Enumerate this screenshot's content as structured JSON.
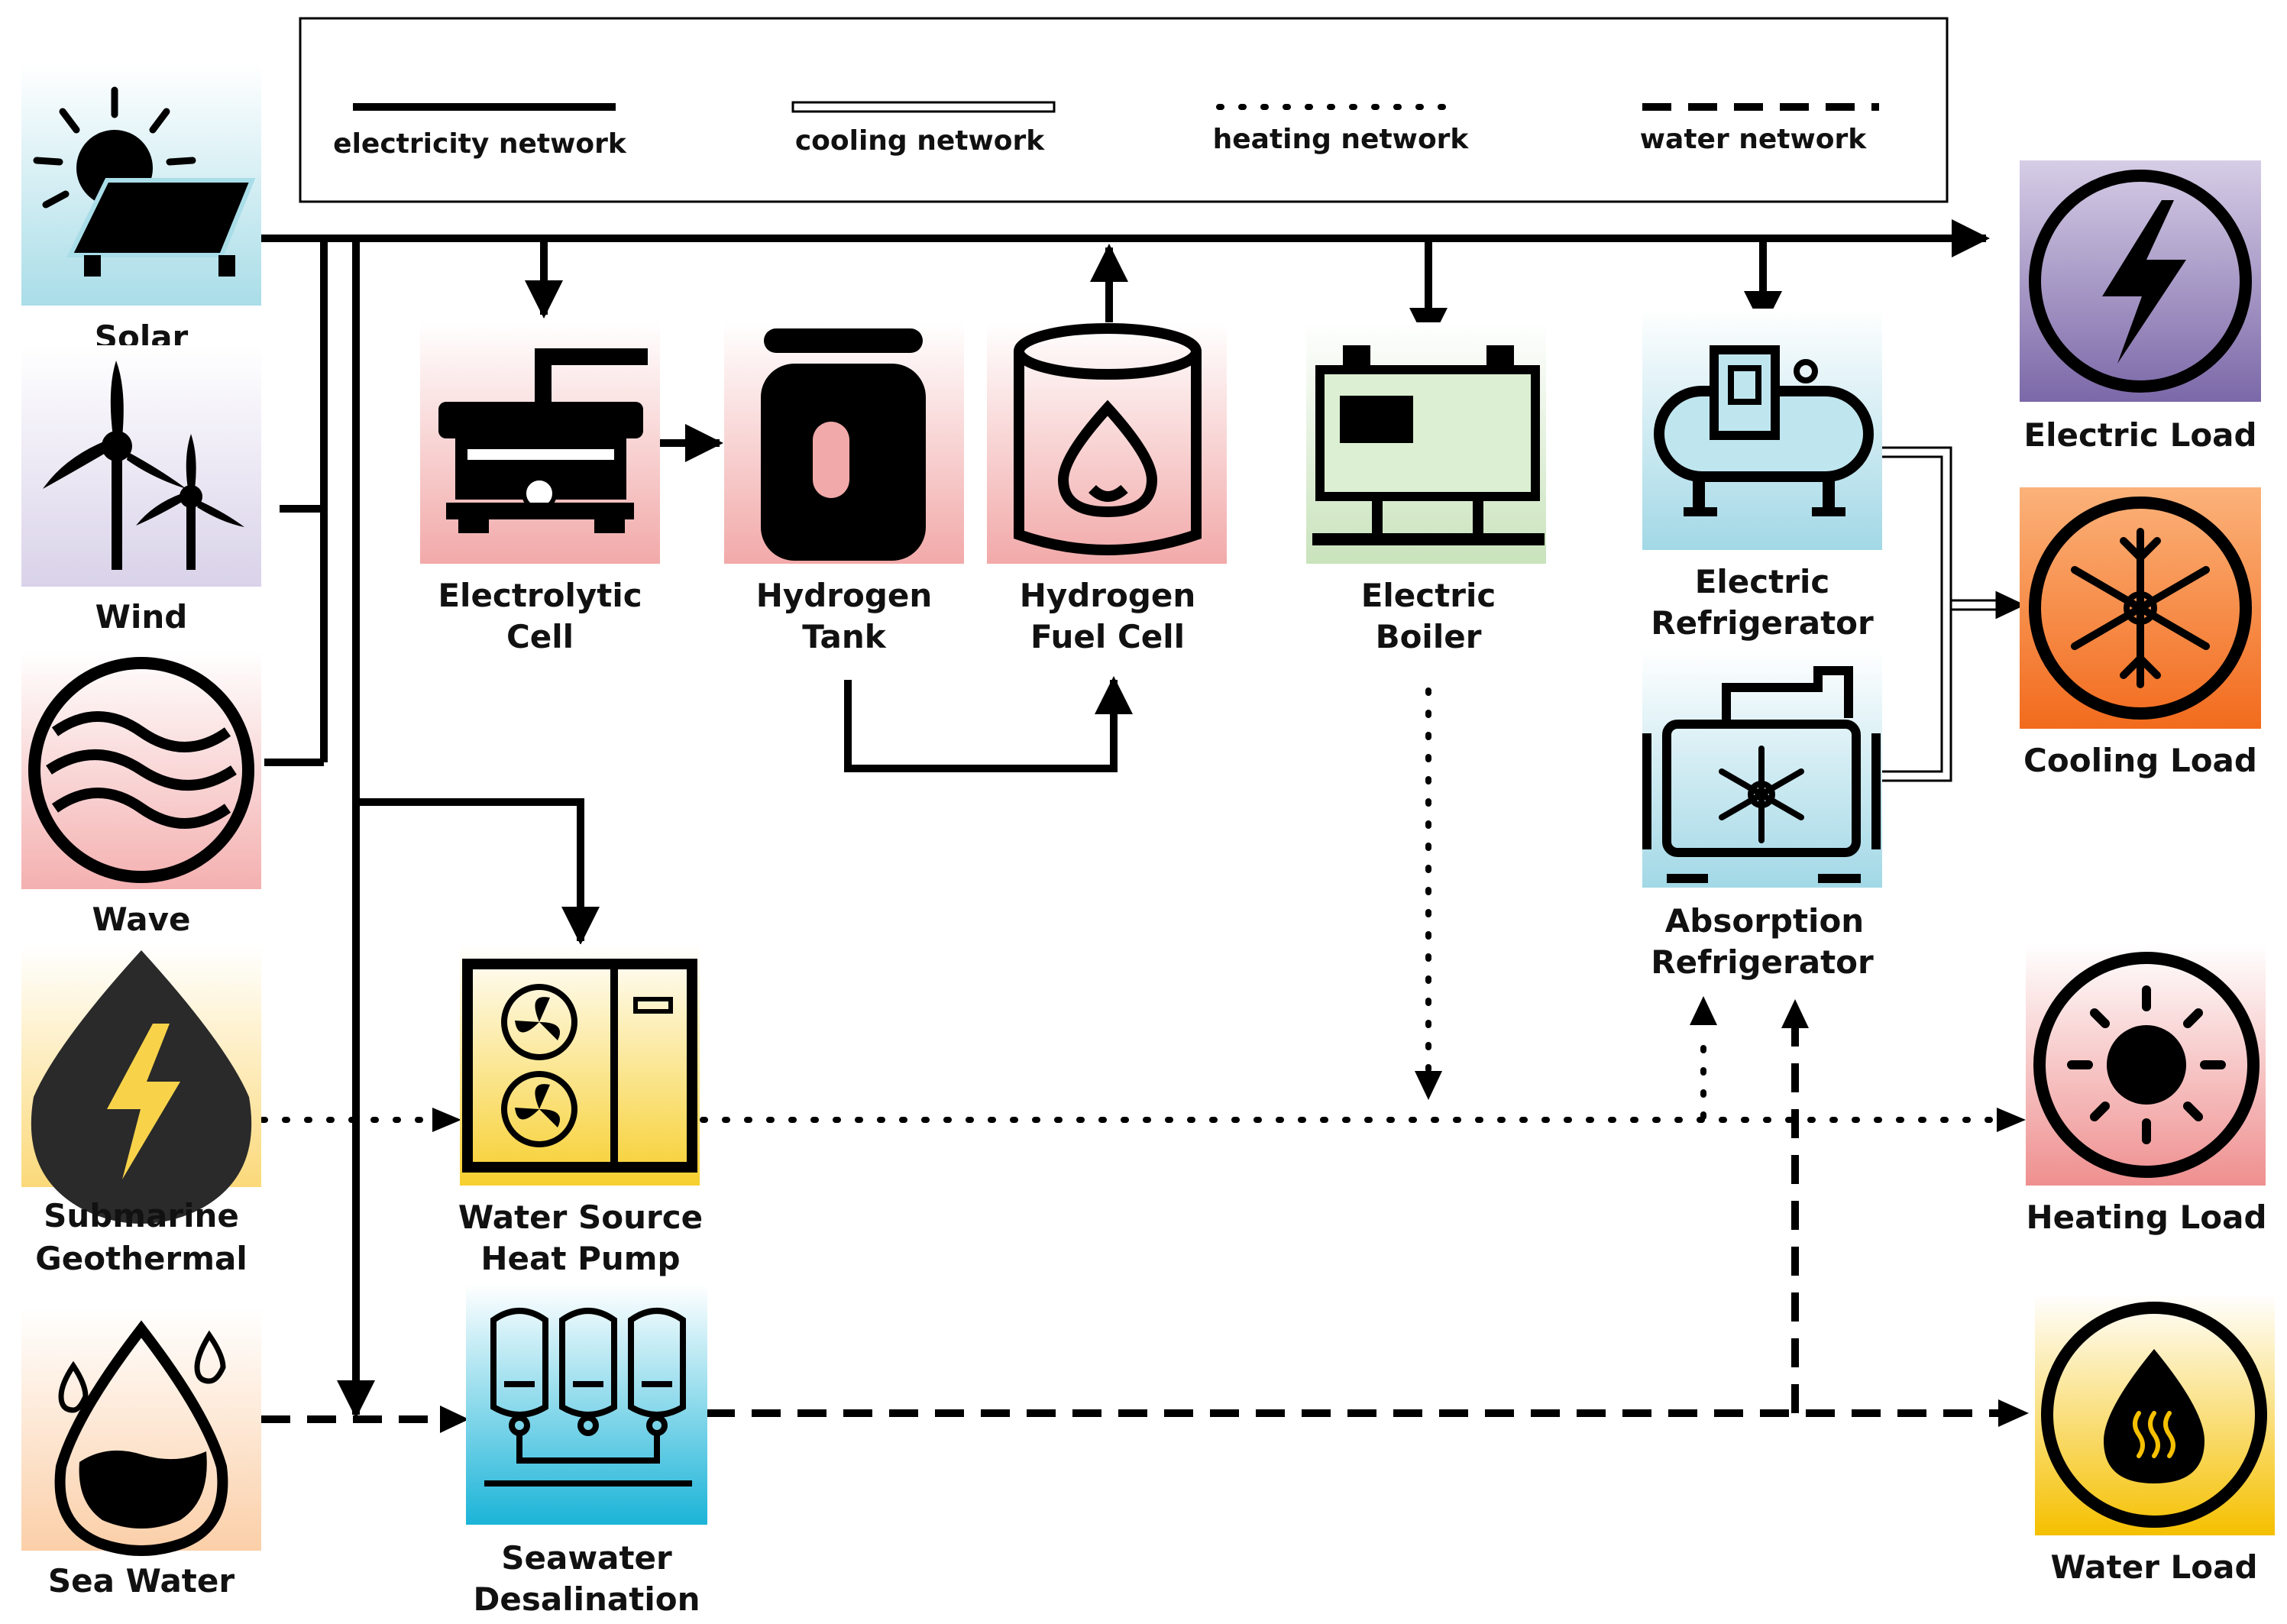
{
  "legend": {
    "electricity": "electricity network",
    "cooling": "cooling network",
    "heating": "heating network",
    "water": "water network"
  },
  "sources": {
    "solar": "Solar",
    "wind": "Wind",
    "wave": "Wave",
    "geo_1": "Submarine",
    "geo_2": "Geothermal",
    "sea": "Sea Water"
  },
  "devices": {
    "electrolytic_1": "Electrolytic",
    "electrolytic_2": "Cell",
    "tank_1": "Hydrogen",
    "tank_2": "Tank",
    "fuelcell_1": "Hydrogen",
    "fuelcell_2": "Fuel Cell",
    "boiler_1": "Electric",
    "boiler_2": "Boiler",
    "erefrig_1": "Electric",
    "erefrig_2": "Refrigerator",
    "arefrig_1": "Absorption",
    "arefrig_2": "Refrigerator",
    "heatpump_1": "Water Source",
    "heatpump_2": "Heat Pump",
    "desal_1": "Seawater",
    "desal_2": "Desalination"
  },
  "loads": {
    "electric": "Electric Load",
    "cooling": "Cooling Load",
    "heating": "Heating Load",
    "water": "Water Load"
  },
  "colors": {
    "solar": "#a9dde8",
    "wind": "#d9d2e9",
    "wave": "#f4b6b6",
    "geo": "#fbd97a",
    "sea": "#fbcfa8",
    "electrolytic": "#f4b6b6",
    "boiler": "#cfe6c4",
    "refrigerator": "#a9dde8",
    "electric_load": "#8a79b1",
    "cooling_load": "#f47a2a",
    "heating_load": "#f0a0a0",
    "water_load": "#f5c518"
  }
}
